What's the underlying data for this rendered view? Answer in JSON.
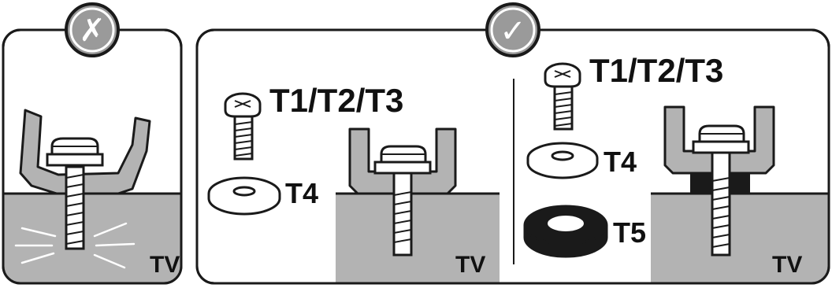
{
  "panels": {
    "wrong": {
      "badge": "✗",
      "tv_label": "TV"
    },
    "correct": {
      "badge": "✓",
      "option_a": {
        "screw_label": "T1/T2/T3",
        "washer_label": "T4",
        "tv_label": "TV"
      },
      "option_b": {
        "screw_label": "T1/T2/T3",
        "washer_label": "T4",
        "spacer_label": "T5",
        "tv_label": "TV"
      }
    }
  },
  "colors": {
    "outline": "#1a1a1a",
    "tv_body": "#b3b3b3",
    "badge_fill": "#9a9a9a",
    "spacer": "#1a1a1a"
  }
}
